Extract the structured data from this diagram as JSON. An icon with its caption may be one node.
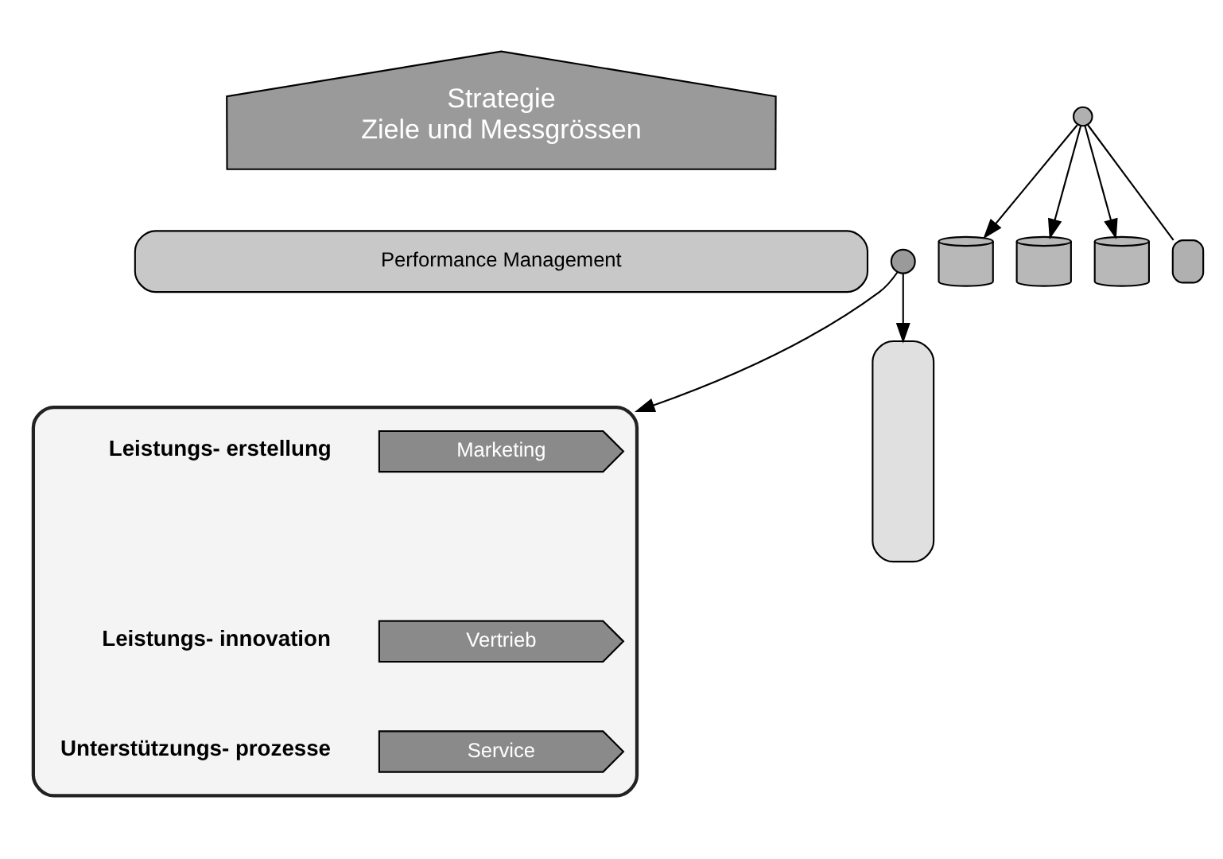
{
  "diagram": {
    "nodes": [
      {
        "text": [
          "Strategie",
          "Ziele und Messgrössen"
        ]
      },
      {
        "text": [
          "Performance Management"
        ]
      },
      {
        "text": [],
        "shape": "box"
      },
      {
        "text": [
          "Marketing"
        ],
        "in": 2,
        "beside": [
          "Leistungs- erstellung"
        ]
      },
      {
        "text": [
          "Vertrieb"
        ],
        "in": 2,
        "beside": [
          "Leistungs- innovation"
        ]
      },
      {
        "text": [
          "Service"
        ],
        "in": 2,
        "beside": [
          "Unterstützungs- prozesse"
        ]
      },
      {
        "text": [],
        "shape": "cylinder"
      },
      {
        "text": [],
        "shape": "cylinder"
      },
      {
        "text": [],
        "shape": "cylinder"
      },
      {
        "text": [],
        "shape": "box"
      },
      {
        "text": [],
        "shape": "circle"
      },
      {
        "text": [],
        "shape": "circle"
      },
      {
        "text": [],
        "shape": "box"
      }
    ],
    "edges": [
      {
        "from": 10,
        "to": 6,
        "arrow": "to"
      },
      {
        "from": 10,
        "to": 7,
        "arrow": "to"
      },
      {
        "from": 10,
        "to": 8,
        "arrow": "to"
      },
      {
        "from": 10,
        "to": 9,
        "arrow": "none"
      },
      {
        "from": 11,
        "to": 2,
        "arrow": "to"
      },
      {
        "from": 11,
        "to": 12,
        "arrow": "to"
      }
    ]
  }
}
